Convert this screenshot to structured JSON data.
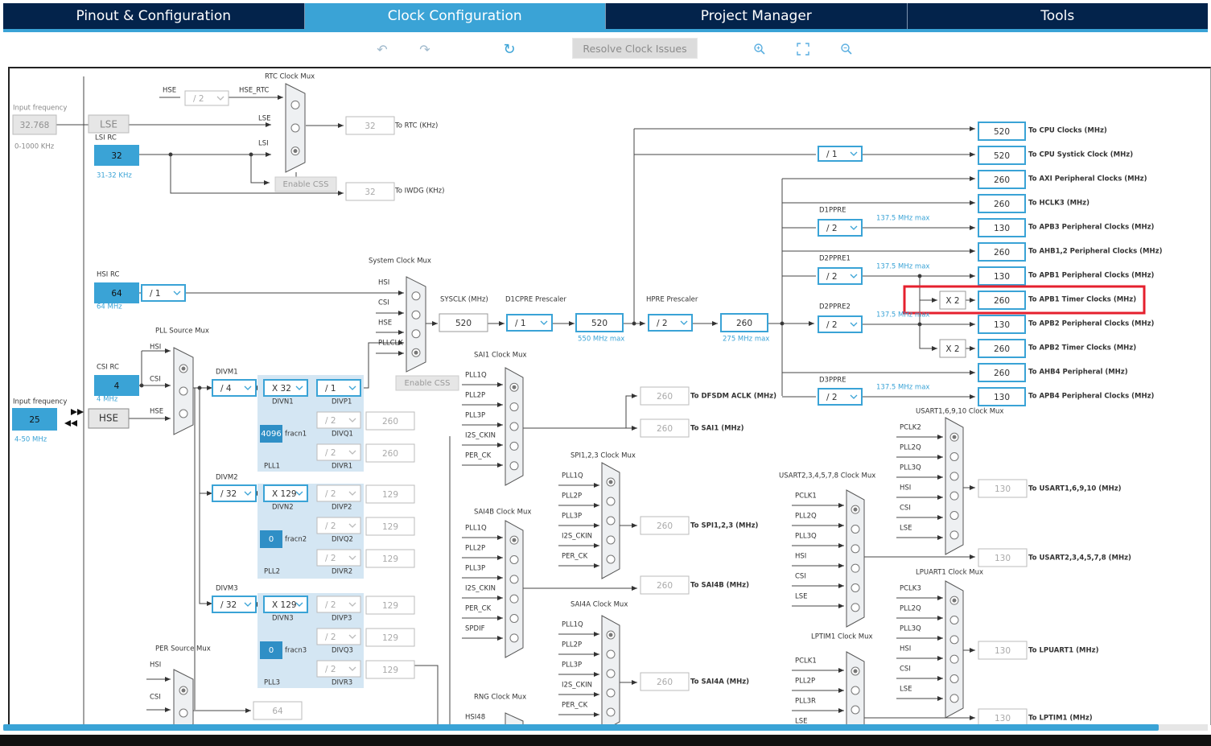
{
  "tabs": [
    "Pinout & Configuration",
    "Clock Configuration",
    "Project Manager",
    "Tools"
  ],
  "toolbar": {
    "undo_icon": "undo-icon",
    "redo_icon": "redo-icon",
    "refresh_icon": "refresh-icon",
    "resolve_label": "Resolve Clock Issues",
    "zoom_in_icon": "zoom-in-icon",
    "fit_icon": "fit-screen-icon",
    "zoom_out_icon": "zoom-out-icon"
  },
  "colors": {
    "nav_bg": "#03234b",
    "accent": "#3aa3d6",
    "pll_bg": "#d4e6f3",
    "highlight": "#e5202e"
  },
  "left": {
    "input_freq_label": "Input frequency",
    "lse_freq": "32.768",
    "lse_range": "0-1000 KHz",
    "lse_label": "LSE",
    "lsi_rc_label": "LSI RC",
    "lsi_value": "32",
    "lsi_range": "31-32 KHz",
    "hsi_rc_label": "HSI RC",
    "hsi_value": "64",
    "hsi_range": "64 MHz",
    "hsi_div": "/ 1",
    "csi_rc_label": "CSI RC",
    "csi_value": "4",
    "csi_range": "4 MHz",
    "hse_input_label": "Input frequency",
    "hse_freq": "25",
    "hse_range": "4-50 MHz",
    "hse_label": "HSE"
  },
  "rtc": {
    "mux_label": "RTC Clock Mux",
    "hse_label": "HSE",
    "div": "/ 2",
    "hse_rtc_label": "HSE_RTC",
    "lse_label": "LSE",
    "lsi_label": "LSI",
    "enable_css": "Enable CSS",
    "rtc_value": "32",
    "rtc_label": "To RTC (KHz)",
    "iwdg_value": "32",
    "iwdg_label": "To IWDG (KHz)"
  },
  "sysmux": {
    "label": "System Clock Mux",
    "in_hsi": "HSI",
    "in_csi": "CSI",
    "in_hse": "HSE",
    "in_pll": "PLLCLK",
    "enable_css": "Enable CSS",
    "sysclk_label": "SYSCLK (MHz)",
    "sysclk_value": "520",
    "d1cpre_label": "D1CPRE Prescaler",
    "d1cpre_value": "/ 1",
    "cpu_value": "520",
    "cpu_max": "550 MHz max",
    "hpre_label": "HPRE Prescaler",
    "hpre_value": "/ 2",
    "hclk_value": "260",
    "hclk_max": "275 MHz max"
  },
  "pll": {
    "source_mux_label": "PLL Source Mux",
    "src_hsi": "HSI",
    "src_csi": "CSI",
    "src_hse": "HSE",
    "divm1_label": "DIVM1",
    "divm1": "/ 4",
    "divm2_label": "DIVM2",
    "divm2": "/ 32",
    "divm3_label": "DIVM3",
    "divm3": "/ 32",
    "pll1": {
      "divn": "X 32",
      "divn_label": "DIVN1",
      "frac": "4096",
      "frac_label": "fracn1",
      "name": "PLL1",
      "divp": "/ 1",
      "divp_label": "DIVP1",
      "divq": "/ 2",
      "divq_label": "DIVQ1",
      "divr": "/ 2",
      "divr_label": "DIVR1",
      "q_out": "260",
      "r_out": "260"
    },
    "pll2": {
      "divn": "X 129",
      "divn_label": "DIVN2",
      "frac": "0",
      "frac_label": "fracn2",
      "name": "PLL2",
      "divp": "/ 2",
      "divp_label": "DIVP2",
      "divq": "/ 2",
      "divq_label": "DIVQ2",
      "divr": "/ 2",
      "divr_label": "DIVR2",
      "p_out": "129",
      "q_out": "129",
      "r_out": "129"
    },
    "pll3": {
      "divn": "X 129",
      "divn_label": "DIVN3",
      "frac": "0",
      "frac_label": "fracn3",
      "name": "PLL3",
      "divp": "/ 2",
      "divp_label": "DIVP3",
      "divq": "/ 2",
      "divq_label": "DIVQ3",
      "divr": "/ 2",
      "divr_label": "DIVR3",
      "p_out": "129",
      "q_out": "129",
      "r_out": "129"
    }
  },
  "per": {
    "label": "PER Source Mux",
    "in_hsi": "HSI",
    "in_csi": "CSI",
    "value": "64"
  },
  "outputs": {
    "cpu": {
      "value": "520",
      "label": "To CPU Clocks (MHz)"
    },
    "systick_div": "/ 1",
    "systick": {
      "value": "520",
      "label": "To CPU Systick Clock (MHz)"
    },
    "axi": {
      "value": "260",
      "label": "To AXI Peripheral Clocks (MHz)"
    },
    "hclk3": {
      "value": "260",
      "label": "To HCLK3 (MHz)"
    },
    "d1ppre_label": "D1PPRE",
    "d1ppre": "/ 2",
    "d1ppre_max": "137.5 MHz max",
    "apb3": {
      "value": "130",
      "label": "To APB3 Peripheral Clocks (MHz)"
    },
    "ahb12": {
      "value": "260",
      "label": "To AHB1,2 Peripheral Clocks (MHz)"
    },
    "d2ppre1_label": "D2PPRE1",
    "d2ppre1": "/ 2",
    "d2ppre1_max": "137.5 MHz max",
    "apb1": {
      "value": "130",
      "label": "To APB1 Peripheral Clocks (MHz)"
    },
    "apb1_timer_mult": "X 2",
    "apb1_timer": {
      "value": "260",
      "label": "To APB1 Timer Clocks (MHz)"
    },
    "d2ppre2_label": "D2PPRE2",
    "d2ppre2": "/ 2",
    "d2ppre2_max": "137.5 MHz max",
    "apb2": {
      "value": "130",
      "label": "To APB2 Peripheral Clocks (MHz)"
    },
    "apb2_timer_mult": "X 2",
    "apb2_timer": {
      "value": "260",
      "label": "To APB2 Timer Clocks (MHz)"
    },
    "ahb4": {
      "value": "260",
      "label": "To AHB4 Peripheral (MHz)"
    },
    "d3ppre_label": "D3PPRE",
    "d3ppre": "/ 2",
    "d3ppre_max": "137.5 MHz max",
    "apb4": {
      "value": "130",
      "label": "To APB4 Peripheral Clocks (MHz)"
    }
  },
  "sai1": {
    "label": "SAI1 Clock Mux",
    "inputs": [
      "PLL1Q",
      "PLL2P",
      "PLL3P",
      "I2S_CKIN",
      "PER_CK"
    ],
    "dfsdm_value": "260",
    "dfsdm_label": "To DFSDM ACLK (MHz)",
    "value": "260",
    "out_label": "To SAI1 (MHz)"
  },
  "spi123": {
    "label": "SPI1,2,3 Clock Mux",
    "inputs": [
      "PLL1Q",
      "PLL2P",
      "PLL3P",
      "I2S_CKIN",
      "PER_CK"
    ],
    "value": "260",
    "out_label": "To SPI1,2,3 (MHz)"
  },
  "sai4b": {
    "label": "SAI4B Clock Mux",
    "inputs": [
      "PLL1Q",
      "PLL2P",
      "PLL3P",
      "I2S_CKIN",
      "PER_CK",
      "SPDIF"
    ],
    "value": "260",
    "out_label": "To SAI4B (MHz)"
  },
  "sai4a": {
    "label": "SAI4A Clock Mux",
    "inputs": [
      "PLL1Q",
      "PLL2P",
      "PLL3P",
      "I2S_CKIN",
      "PER_CK"
    ],
    "value": "260",
    "out_label": "To SAI4A (MHz)"
  },
  "rng": {
    "label": "RNG Clock Mux",
    "inputs": [
      "HSI48"
    ]
  },
  "usart16": {
    "label": "USART1,6,9,10 Clock Mux",
    "inputs": [
      "PCLK2",
      "PLL2Q",
      "PLL3Q",
      "HSI",
      "CSI",
      "LSE"
    ],
    "value": "130",
    "out_label": "To USART1,6,9,10 (MHz)"
  },
  "usart2": {
    "label": "USART2,3,4,5,7,8 Clock Mux",
    "inputs": [
      "PCLK1",
      "PLL2Q",
      "PLL3Q",
      "HSI",
      "CSI",
      "LSE"
    ],
    "value": "130",
    "out_label": "To USART2,3,4,5,7,8 (MHz)"
  },
  "lpuart": {
    "label": "LPUART1 Clock Mux",
    "inputs": [
      "PCLK3",
      "PLL2Q",
      "PLL3Q",
      "HSI",
      "CSI",
      "LSE"
    ],
    "value": "130",
    "out_label": "To LPUART1 (MHz)"
  },
  "lptim": {
    "label": "LPTIM1 Clock Mux",
    "inputs": [
      "PCLK1",
      "PLL2P",
      "PLL3R",
      "LSE"
    ],
    "value": "130",
    "out_label": "To LPTIM1 (MHz)"
  }
}
